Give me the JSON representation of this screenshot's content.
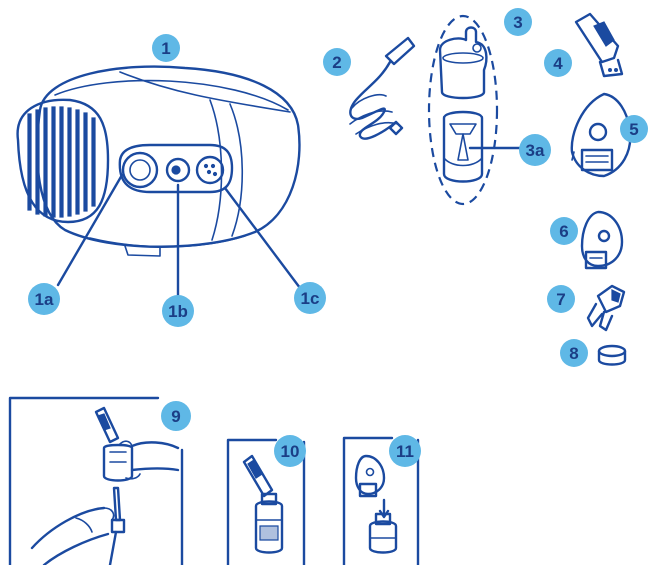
{
  "colors": {
    "ink": "#1b4aa0",
    "badge_fill": "#5fb8e6",
    "badge_text": "#1b3e86",
    "background": "#ffffff"
  },
  "labels": {
    "1": "1",
    "1a": "1a",
    "1b": "1b",
    "1c": "1c",
    "2": "2",
    "3": "3",
    "3a": "3a",
    "4": "4",
    "5": "5",
    "6": "6",
    "7": "7",
    "8": "8",
    "9": "9",
    "10": "10",
    "11": "11"
  },
  "icons": [
    "compressor-unit",
    "tubing",
    "nebulizer-kit",
    "mouthpiece",
    "adult-mask",
    "child-mask",
    "nasal-piece",
    "filter",
    "assembly-step-hands",
    "assembly-step-mouthpiece",
    "assembly-step-mask"
  ]
}
